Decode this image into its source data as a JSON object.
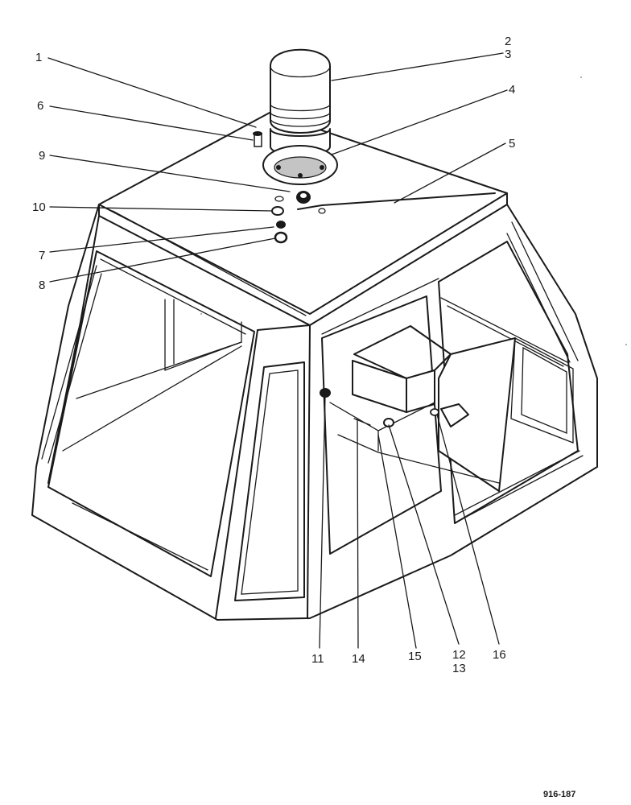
{
  "figure_ref": "916-187",
  "callouts": [
    {
      "id": "c1",
      "text": "1"
    },
    {
      "id": "c2",
      "text": "2"
    },
    {
      "id": "c3",
      "text": "3"
    },
    {
      "id": "c4",
      "text": "4"
    },
    {
      "id": "c5",
      "text": "5"
    },
    {
      "id": "c6",
      "text": "6"
    },
    {
      "id": "c7",
      "text": "7"
    },
    {
      "id": "c8",
      "text": "8"
    },
    {
      "id": "c9",
      "text": "9"
    },
    {
      "id": "c10",
      "text": "10"
    },
    {
      "id": "c11",
      "text": "11"
    },
    {
      "id": "c12",
      "text": "12"
    },
    {
      "id": "c13",
      "text": "13"
    },
    {
      "id": "c14",
      "text": "14"
    },
    {
      "id": "c15",
      "text": "15"
    },
    {
      "id": "c16",
      "text": "16"
    }
  ]
}
